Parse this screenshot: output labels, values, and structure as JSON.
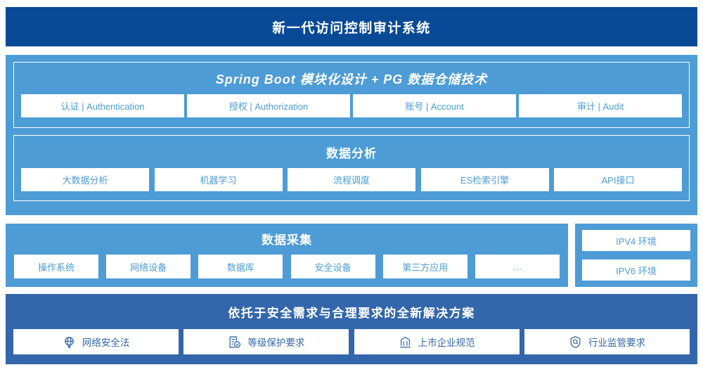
{
  "header": {
    "title": "新一代访问控制审计系统",
    "bg_color": "#084a96"
  },
  "colors": {
    "light_blue": "#4d9cd6",
    "medium_blue": "#3366aa",
    "dark_blue": "#084a96",
    "card_bg": "#ffffff"
  },
  "architecture": {
    "springboot": {
      "title": "Spring Boot 模块化设计 + PG 数据仓储技术",
      "cards": [
        {
          "label": "认证 | Authentication"
        },
        {
          "label": "授权 | Authorization"
        },
        {
          "label": "账号 | Account"
        },
        {
          "label": "审计 | Audit"
        }
      ]
    },
    "analysis": {
      "title": "数据分析",
      "cards": [
        {
          "label": "大数据分析"
        },
        {
          "label": "机器学习"
        },
        {
          "label": "流程调度"
        },
        {
          "label": "ES检索引擎"
        },
        {
          "label": "API接口"
        }
      ]
    },
    "acquisition": {
      "title": "数据采集",
      "cards": [
        {
          "label": "操作系统"
        },
        {
          "label": "网络设备"
        },
        {
          "label": "数据库"
        },
        {
          "label": "安全设备"
        },
        {
          "label": "第三方应用"
        },
        {
          "label": "…"
        }
      ]
    },
    "environment": {
      "cards": [
        {
          "label": "IPV4 环境"
        },
        {
          "label": "IPV6 环境"
        }
      ]
    },
    "solution": {
      "title": "依托于安全需求与合理要求的全新解决方案",
      "cards": [
        {
          "label": "网络安全法",
          "icon": "globe-icon"
        },
        {
          "label": "等级保护要求",
          "icon": "document-check-icon"
        },
        {
          "label": "上市企业规范",
          "icon": "bank-icon"
        },
        {
          "label": "行业监管要求",
          "icon": "shield-search-icon"
        }
      ]
    }
  }
}
